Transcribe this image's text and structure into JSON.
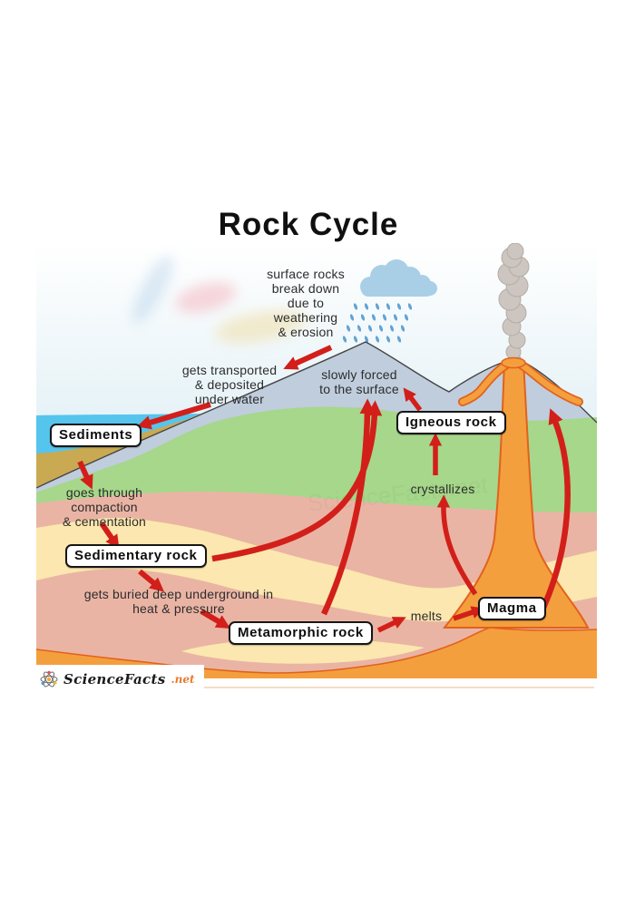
{
  "title": "Rock Cycle",
  "labels": {
    "weathering": "surface rocks\nbreak down\ndue to\nweathering\n& erosion",
    "transport": "gets transported\n& deposited\nunder water",
    "forced": "slowly forced\nto the surface",
    "compaction": "goes through\ncompaction\n& cementation",
    "burial": "gets buried deep underground in\nheat & pressure",
    "crystallizes": "crystallizes",
    "melts": "melts"
  },
  "boxes": {
    "sediments": "Sediments",
    "sedimentary": "Sedimentary rock",
    "metamorphic": "Metamorphic rock",
    "igneous": "Igneous rock",
    "magma": "Magma"
  },
  "logo": {
    "brand": "ScienceFacts",
    "tld": ".net"
  },
  "watermark": "ScienceFacts.net",
  "colors": {
    "arrow_red": "#d21f1a",
    "magma_orange": "#f49f3e",
    "magma_edge": "#e2611c",
    "sky_blue": "#cfe7f2",
    "water_blue": "#55c5ee",
    "mountain_gray_blue": "#bfcddd",
    "grass_green": "#a6d78a",
    "sediment_tan": "#c9a952",
    "rock_pink": "#eab4a4",
    "rock_cream": "#fbe7af",
    "smoke_gray": "#cdc6c0",
    "cloud_blue": "#a9cfe7",
    "logo_orange": "#e87a2e"
  }
}
